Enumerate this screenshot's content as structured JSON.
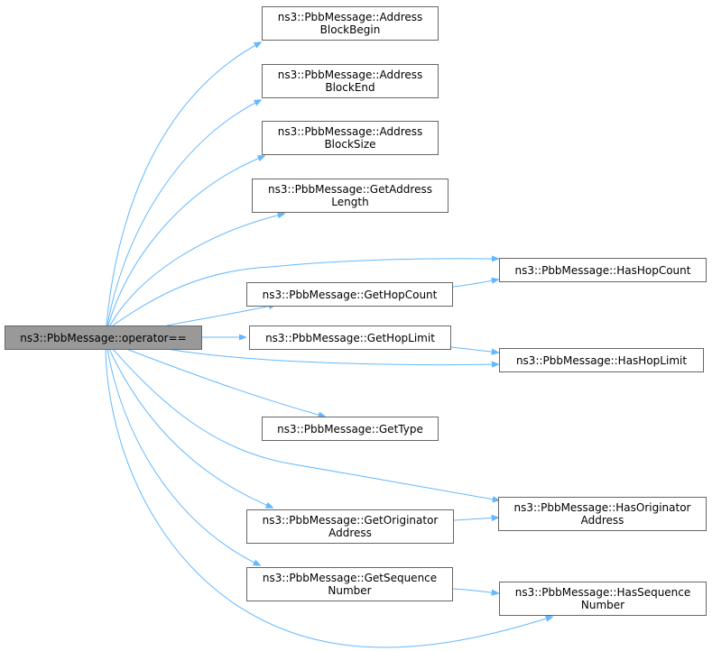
{
  "colors": {
    "edge": "#63b8ff",
    "root_fill": "#999999",
    "node_border": "#666666"
  },
  "root": {
    "id": "operator",
    "lines": [
      "ns3::PbbMessage::operator=="
    ]
  },
  "nodes": [
    {
      "id": "addrBlockBegin",
      "lines": [
        "ns3::PbbMessage::Address",
        "BlockBegin"
      ]
    },
    {
      "id": "addrBlockEnd",
      "lines": [
        "ns3::PbbMessage::Address",
        "BlockEnd"
      ]
    },
    {
      "id": "addrBlockSize",
      "lines": [
        "ns3::PbbMessage::Address",
        "BlockSize"
      ]
    },
    {
      "id": "getAddrLength",
      "lines": [
        "ns3::PbbMessage::GetAddress",
        "Length"
      ]
    },
    {
      "id": "hasHopCount",
      "lines": [
        "ns3::PbbMessage::HasHopCount"
      ]
    },
    {
      "id": "getHopCount",
      "lines": [
        "ns3::PbbMessage::GetHopCount"
      ]
    },
    {
      "id": "getHopLimit",
      "lines": [
        "ns3::PbbMessage::GetHopLimit"
      ]
    },
    {
      "id": "hasHopLimit",
      "lines": [
        "ns3::PbbMessage::HasHopLimit"
      ]
    },
    {
      "id": "getType",
      "lines": [
        "ns3::PbbMessage::GetType"
      ]
    },
    {
      "id": "hasOrigAddr",
      "lines": [
        "ns3::PbbMessage::HasOriginator",
        "Address"
      ]
    },
    {
      "id": "getOrigAddr",
      "lines": [
        "ns3::PbbMessage::GetOriginator",
        "Address"
      ]
    },
    {
      "id": "getSeqNum",
      "lines": [
        "ns3::PbbMessage::GetSequence",
        "Number"
      ]
    },
    {
      "id": "hasSeqNum",
      "lines": [
        "ns3::PbbMessage::HasSequence",
        "Number"
      ]
    }
  ],
  "edges": [
    {
      "from": "operator",
      "to": "addrBlockBegin"
    },
    {
      "from": "operator",
      "to": "addrBlockEnd"
    },
    {
      "from": "operator",
      "to": "addrBlockSize"
    },
    {
      "from": "operator",
      "to": "getAddrLength"
    },
    {
      "from": "operator",
      "to": "hasHopCount"
    },
    {
      "from": "operator",
      "to": "getHopCount"
    },
    {
      "from": "operator",
      "to": "getHopLimit"
    },
    {
      "from": "operator",
      "to": "hasHopLimit"
    },
    {
      "from": "operator",
      "to": "getType"
    },
    {
      "from": "operator",
      "to": "hasOrigAddr"
    },
    {
      "from": "operator",
      "to": "getOrigAddr"
    },
    {
      "from": "operator",
      "to": "getSeqNum"
    },
    {
      "from": "operator",
      "to": "hasSeqNum"
    },
    {
      "from": "getHopCount",
      "to": "hasHopCount"
    },
    {
      "from": "getHopLimit",
      "to": "hasHopLimit"
    },
    {
      "from": "getOrigAddr",
      "to": "hasOrigAddr"
    },
    {
      "from": "getSeqNum",
      "to": "hasSeqNum"
    }
  ]
}
